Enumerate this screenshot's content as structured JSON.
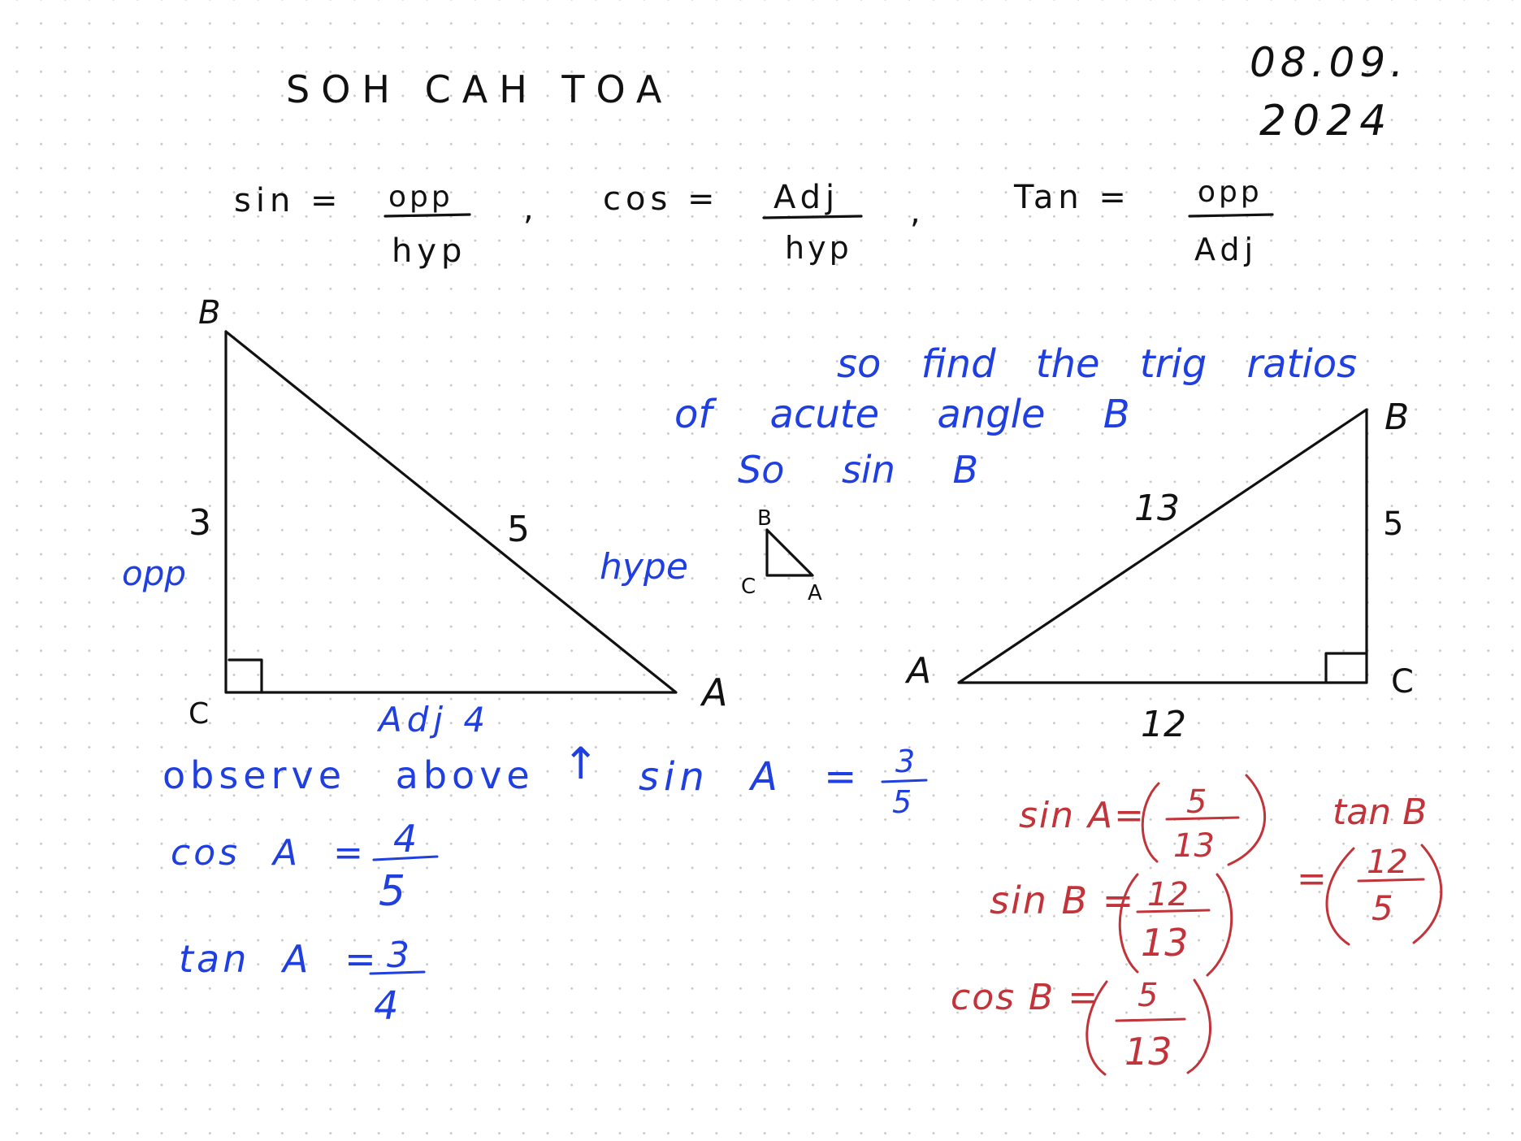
{
  "title": "SOH CAH TOA",
  "date": {
    "line1": "08.09.",
    "line2": "2024"
  },
  "formulas": {
    "sin": {
      "label": "sin =",
      "num": "opp",
      "den": "hyp"
    },
    "sep1": ",",
    "cos": {
      "label": "cos =",
      "num": "Adj",
      "den": "hyp"
    },
    "sep2": ",",
    "tan": {
      "label": "Tan =",
      "num": "opp",
      "den": "Adj"
    }
  },
  "triangle_left": {
    "vertex_b": "B",
    "vertex_c": "C",
    "vertex_a": "A",
    "side_bc": "3",
    "side_ab": "5",
    "side_ca": "Adj 4",
    "note_opp": "opp",
    "note_hyp": "hype"
  },
  "mini_triangle": {
    "vertex_b": "B",
    "vertex_c": "C",
    "vertex_a": "A"
  },
  "triangle_right": {
    "vertex_b": "B",
    "vertex_a": "A",
    "vertex_c": "C",
    "side_ab": "13",
    "side_bc": "5",
    "side_ac": "12"
  },
  "instructions": {
    "line1": "so find the trig ratios",
    "line2": "of acute angle B",
    "line3": "So sin B"
  },
  "observe": {
    "text": "observe above",
    "arrow": "↑"
  },
  "answers_left": [
    {
      "label": "sin A =",
      "num": "3",
      "den": "5"
    },
    {
      "label": "cos A =",
      "num": "4",
      "den": "5"
    },
    {
      "label": "tan A =",
      "num": "3",
      "den": "4"
    }
  ],
  "answers_right": [
    {
      "label": "sin A=",
      "num": "5",
      "den": "13"
    },
    {
      "label": "sin B =",
      "num": "12",
      "den": "13"
    },
    {
      "label": "cos B =",
      "num": "5",
      "den": "13"
    }
  ],
  "answer_tan_b": {
    "label": "tan B",
    "eq": "=",
    "num": "12",
    "den": "5"
  }
}
